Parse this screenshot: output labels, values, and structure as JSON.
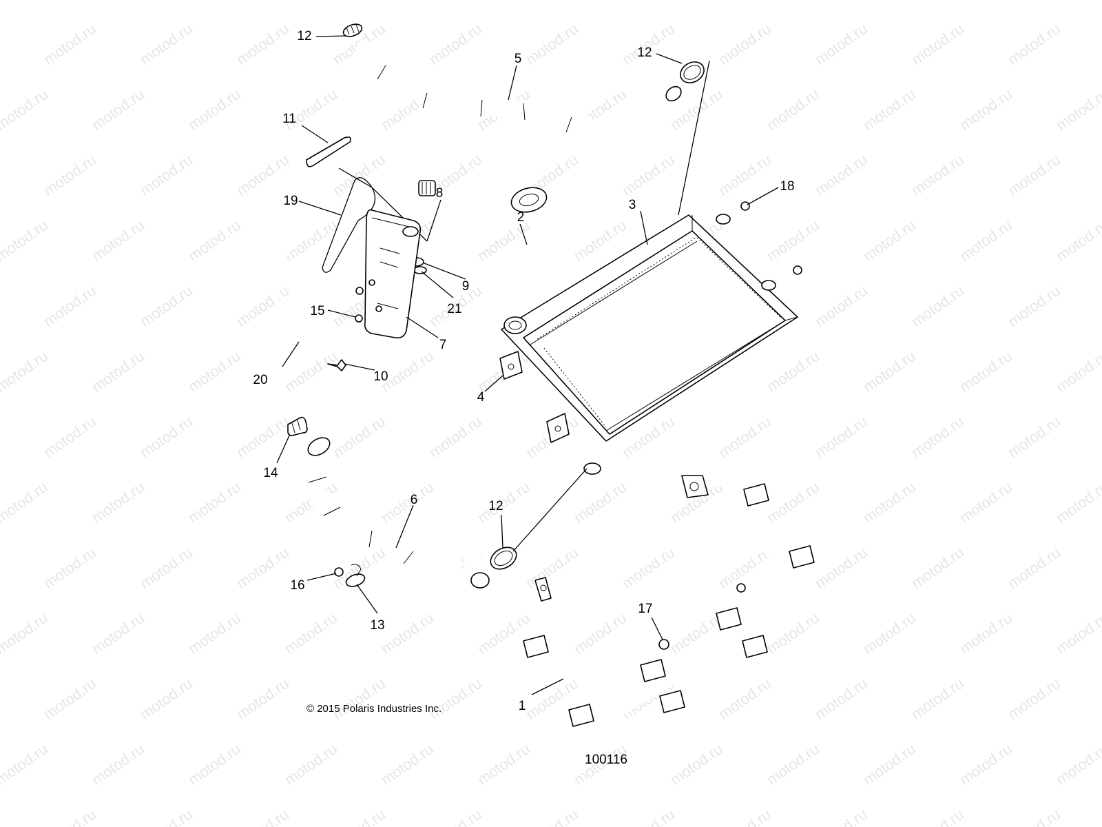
{
  "watermark": "motod.ru",
  "copyright": "© 2015 Polaris Industries Inc.",
  "figure_number": "100116",
  "callouts": [
    "1",
    "2",
    "3",
    "4",
    "5",
    "6",
    "7",
    "8",
    "9",
    "10",
    "11",
    "12",
    "12",
    "12",
    "13",
    "14",
    "15",
    "16",
    "17",
    "18",
    "19",
    "20",
    "21"
  ],
  "colors": {
    "line": "#000000",
    "background": "#ffffff",
    "watermark": "#c8c8c8"
  }
}
